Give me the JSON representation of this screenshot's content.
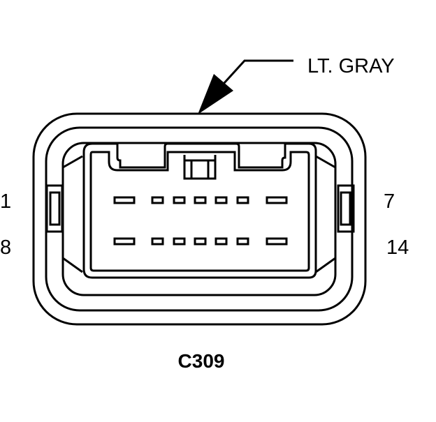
{
  "diagram": {
    "wire_color_label": "LT. GRAY",
    "connector_id": "C309",
    "pin_labels": {
      "top_left": "1",
      "top_right": "7",
      "bottom_left": "8",
      "bottom_right": "14"
    },
    "pins_per_row": 7,
    "rows": 2
  }
}
